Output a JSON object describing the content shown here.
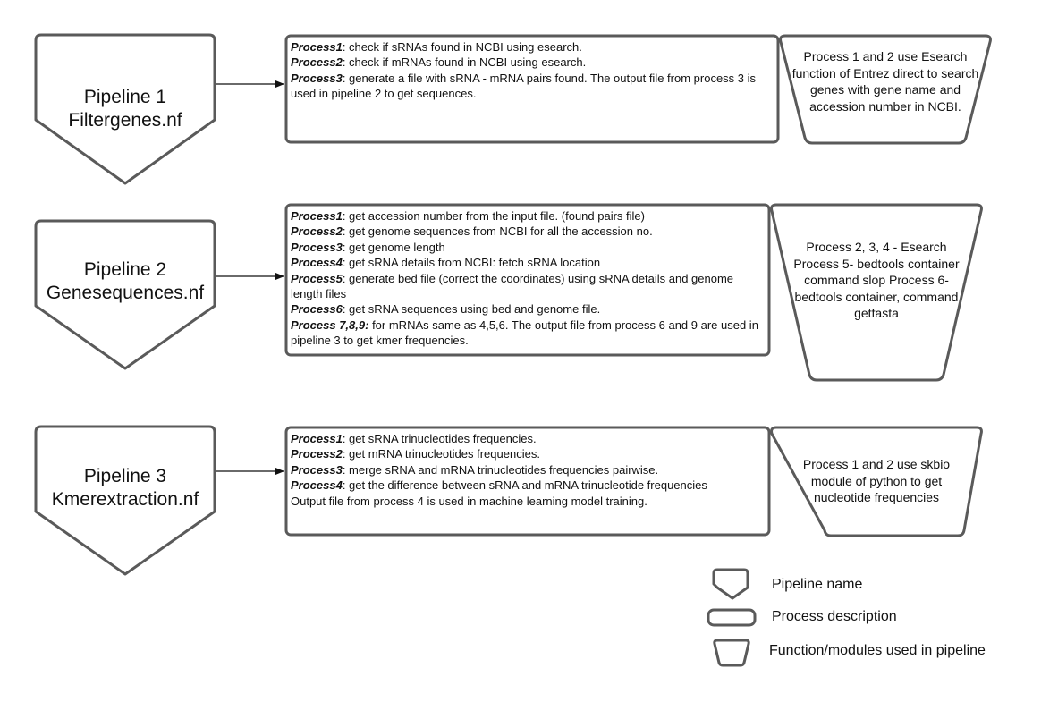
{
  "pipelines": [
    {
      "name_line1": "Pipeline 1",
      "name_line2": "Filtergenes.nf",
      "processes": [
        {
          "label": "Process1",
          "text": ": check if sRNAs found in NCBI using esearch."
        },
        {
          "label": "Process2",
          "text": ": check if mRNAs found in NCBI using esearch."
        },
        {
          "label": "Process3",
          "text": ": generate a file with sRNA - mRNA pairs found. The output file from process 3 is used in pipeline 2 to get sequences."
        }
      ],
      "function_note": "Process 1 and 2 use Esearch function of Entrez direct to search genes with gene name and accession number in NCBI."
    },
    {
      "name_line1": "Pipeline 2",
      "name_line2": "Genesequences.nf",
      "processes": [
        {
          "label": "Process1",
          "text": ": get accession number from the input file. (found pairs file)"
        },
        {
          "label": "Process2",
          "text": ": get genome sequences from NCBI for all the accession no."
        },
        {
          "label": "Process3",
          "text": ": get genome length"
        },
        {
          "label": "Process4",
          "text": ": get sRNA details from NCBI: fetch sRNA location"
        },
        {
          "label": "Process5",
          "text": ": generate bed file (correct the coordinates) using sRNA details and genome length files"
        },
        {
          "label": "Process6",
          "text": ": get sRNA sequences using bed and genome file."
        },
        {
          "label": "Process 7,8,9:",
          "text": " for mRNAs same as 4,5,6. The output file from process 6 and 9 are used in pipeline 3 to get kmer frequencies."
        }
      ],
      "function_note": "Process 2, 3, 4 - Esearch Process 5- bedtools container command slop Process 6- bedtools container, command getfasta"
    },
    {
      "name_line1": "Pipeline 3",
      "name_line2": "Kmerextraction.nf",
      "processes": [
        {
          "label": "Process1",
          "text": ": get sRNA trinucleotides frequencies."
        },
        {
          "label": "Process2",
          "text": ": get mRNA trinucleotides frequencies."
        },
        {
          "label": "Process3",
          "text": ": merge sRNA and mRNA trinucleotides frequencies pairwise."
        },
        {
          "label": "Process4",
          "text": ": get the difference between sRNA and mRNA trinucleotide frequencies"
        },
        {
          "label": "",
          "text": "Output file from process 4 is used in machine learning model training."
        }
      ],
      "function_note": "Process 1 and 2 use skbio module of python to get nucleotide frequencies"
    }
  ],
  "legend": {
    "pipeline_name": "Pipeline name",
    "process_description": "Process description",
    "function_modules": "Function/modules used in pipeline"
  },
  "colors": {
    "stroke": "#5a5a5a",
    "text": "#111111"
  }
}
